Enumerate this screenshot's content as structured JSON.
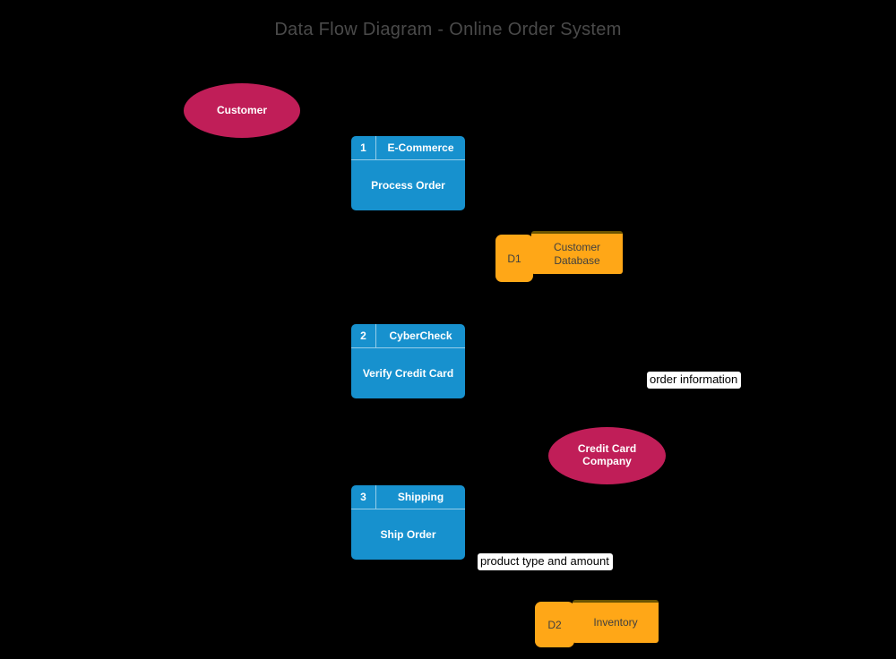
{
  "title": "Data Flow Diagram - Online Order System",
  "colors": {
    "background": "#000000",
    "title_text": "#4A4A4A",
    "process_fill": "#1791CE",
    "process_text": "#FFFFFF",
    "entity_fill": "#C01E58",
    "entity_text": "#FFFFFF",
    "datastore_fill": "#FFA717",
    "datastore_top_edge": "#6B5400",
    "datastore_text": "#3F3F3F",
    "flow_label_bg": "#FFFFFF",
    "flow_label_text": "#000000"
  },
  "entities": [
    {
      "label": "Customer"
    },
    {
      "label": "Credit Card Company"
    }
  ],
  "processes": [
    {
      "number": "1",
      "title": "E-Commerce",
      "body": "Process Order"
    },
    {
      "number": "2",
      "title": "CyberCheck",
      "body": "Verify Credit Card"
    },
    {
      "number": "3",
      "title": "Shipping",
      "body": "Ship Order"
    }
  ],
  "datastores": [
    {
      "id": "D1",
      "label": "Customer Database"
    },
    {
      "id": "D2",
      "label": "Inventory"
    }
  ],
  "flow_labels": [
    {
      "text": "order information"
    },
    {
      "text": "product type and amount"
    }
  ]
}
